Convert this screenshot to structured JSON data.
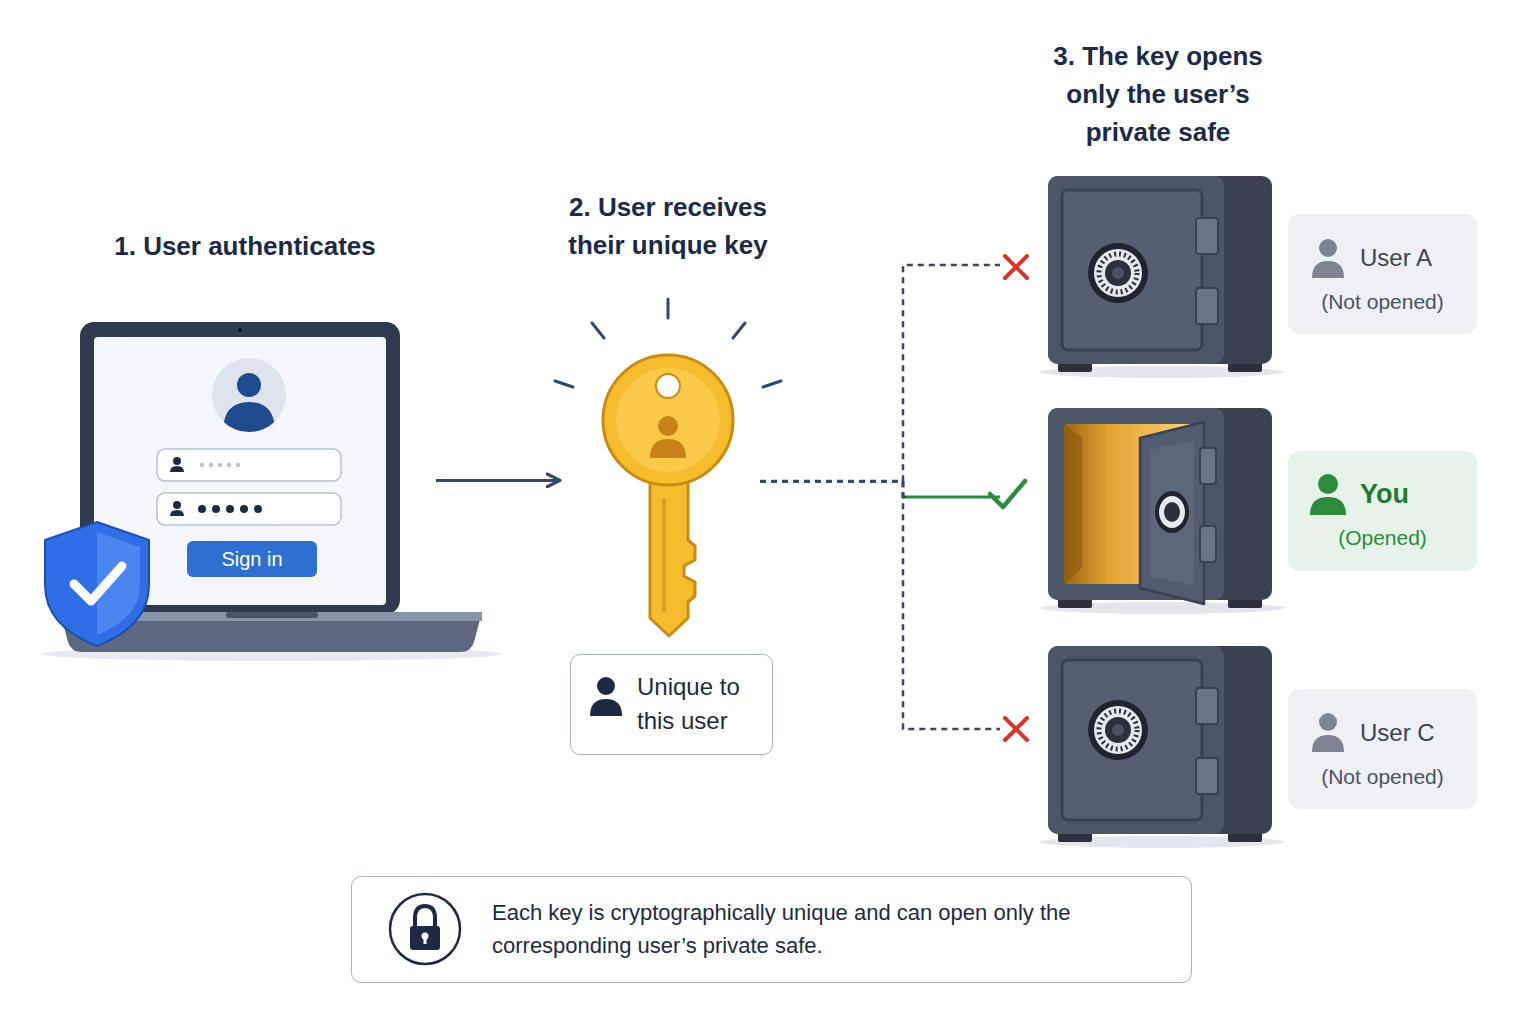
{
  "diagram": {
    "nodes": [
      {
        "text": [
          "1. User authenticates"
        ]
      },
      {
        "text": [
          "Sign in"
        ],
        "in": 0
      },
      {
        "text": [
          "2. User receives their unique key"
        ]
      },
      {
        "text": [
          "Unique to this user"
        ]
      },
      {
        "text": [
          "User A",
          "(Not opened)"
        ]
      },
      {
        "text": [
          "You",
          "(Opened)"
        ]
      },
      {
        "text": [
          "User C",
          "(Not opened)"
        ]
      },
      {
        "text": [
          "Each key is cryptographically unique and can open only the corresponding user’s private safe."
        ]
      }
    ],
    "edges": [
      {
        "from": 0,
        "to": 2,
        "arrow": "to"
      },
      {
        "from": 2,
        "to": 4,
        "arrow": "none"
      },
      {
        "from": 2,
        "to": 5,
        "arrow": "none"
      },
      {
        "from": 2,
        "to": 6,
        "arrow": "none"
      }
    ],
    "labels": [
      "3. The key opens only the user’s private safe"
    ]
  }
}
